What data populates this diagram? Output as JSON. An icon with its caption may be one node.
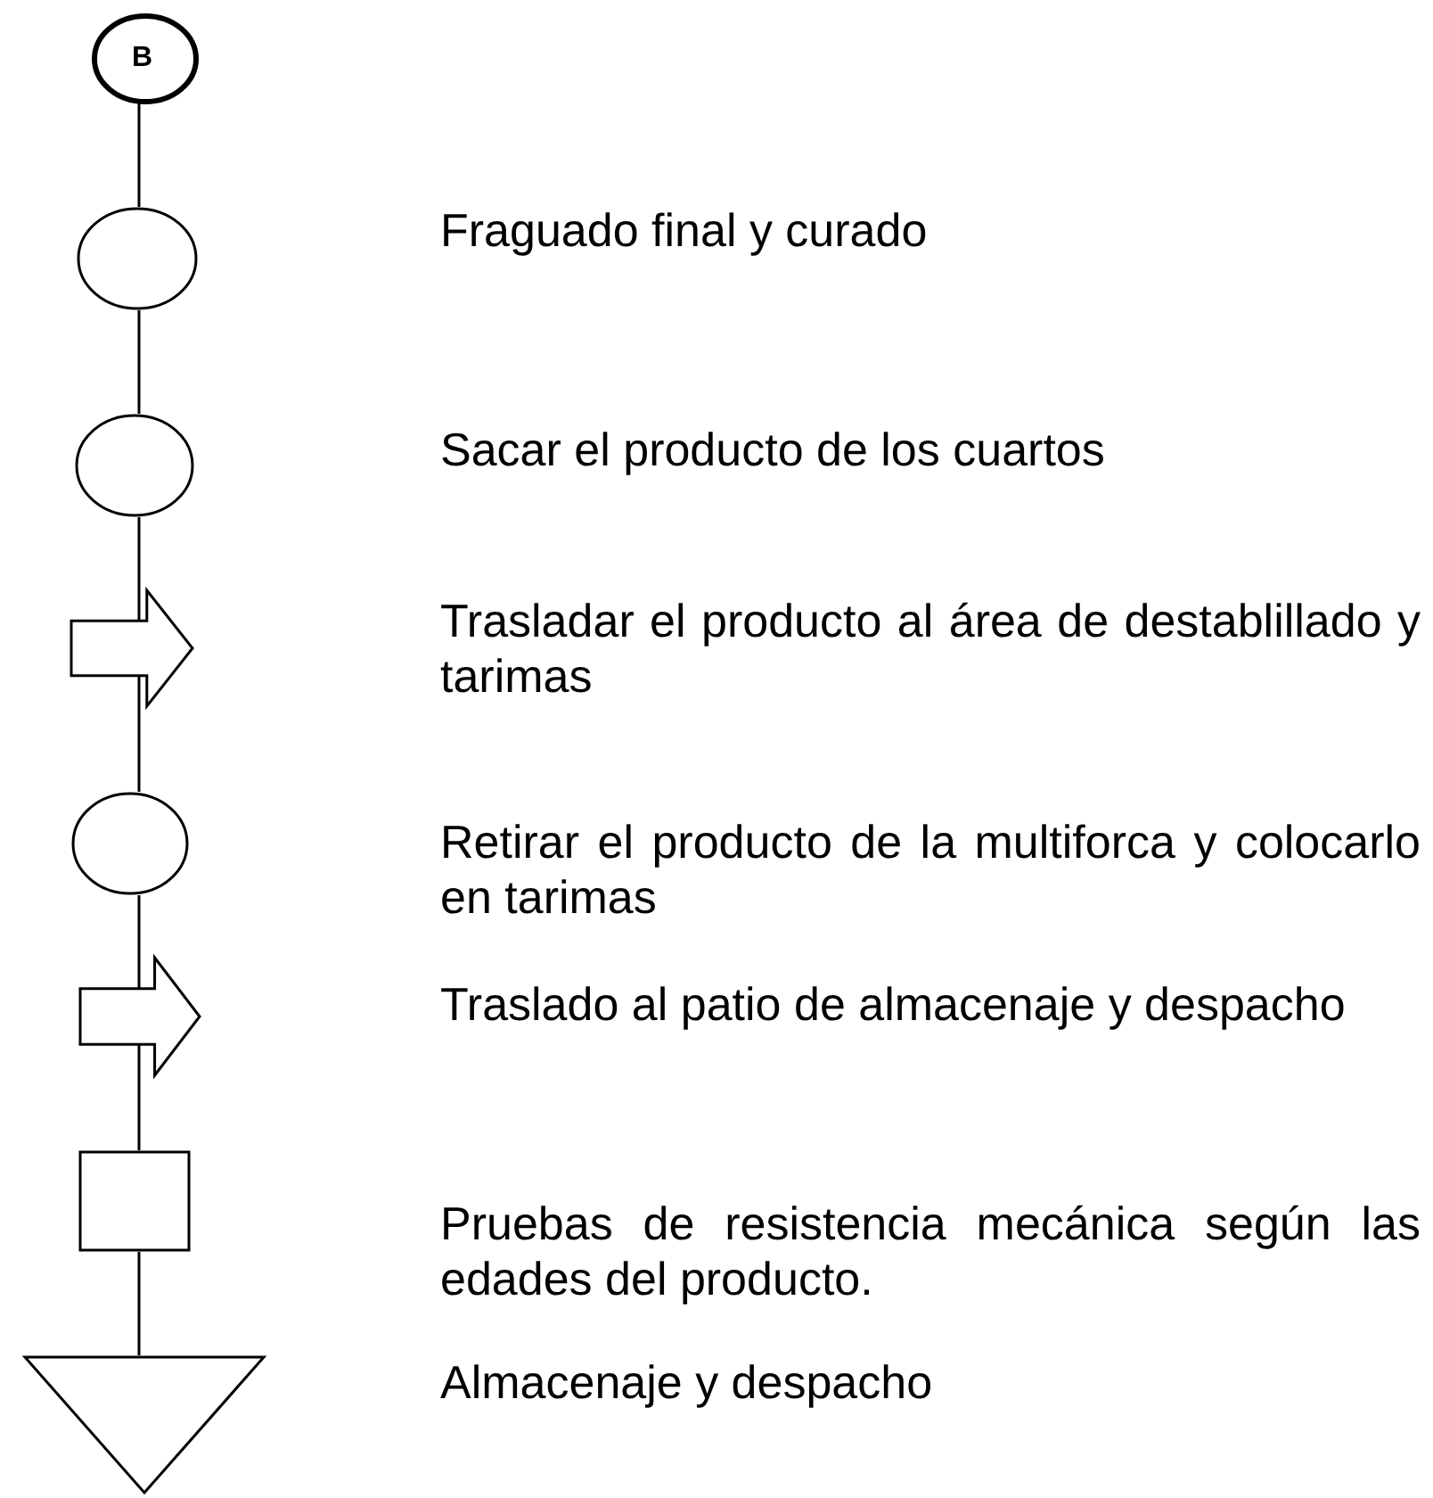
{
  "diagram": {
    "nodes": [
      {
        "text": [
          "B"
        ]
      },
      {
        "text": [],
        "shape": "circle"
      },
      {
        "text": [],
        "shape": "circle"
      },
      {
        "text": [],
        "shape": "arrow"
      },
      {
        "text": [],
        "shape": "circle"
      },
      {
        "text": [],
        "shape": "arrow"
      },
      {
        "text": [],
        "shape": "box"
      },
      {
        "text": [],
        "shape": "triangle"
      }
    ],
    "edges": [
      {
        "from": 0,
        "to": 1,
        "arrow": "none"
      },
      {
        "from": 1,
        "to": 2,
        "arrow": "none"
      },
      {
        "from": 2,
        "to": 3,
        "arrow": "none"
      },
      {
        "from": 3,
        "to": 4,
        "arrow": "none"
      },
      {
        "from": 4,
        "to": 5,
        "arrow": "none"
      },
      {
        "from": 5,
        "to": 6,
        "arrow": "none"
      },
      {
        "from": 6,
        "to": 7,
        "arrow": "none"
      }
    ],
    "labels": [
      "Fraguado final y curado",
      "Sacar el producto de los cuartos",
      "Trasladar el producto al área de destablillado y tarimas",
      "Retirar el producto de la multiforca y colocarlo en tarimas",
      "Traslado al patio de almacenaje y despacho",
      "Pruebas de resistencia mecánica según las edades del producto.",
      "Almacenaje y despacho"
    ]
  }
}
